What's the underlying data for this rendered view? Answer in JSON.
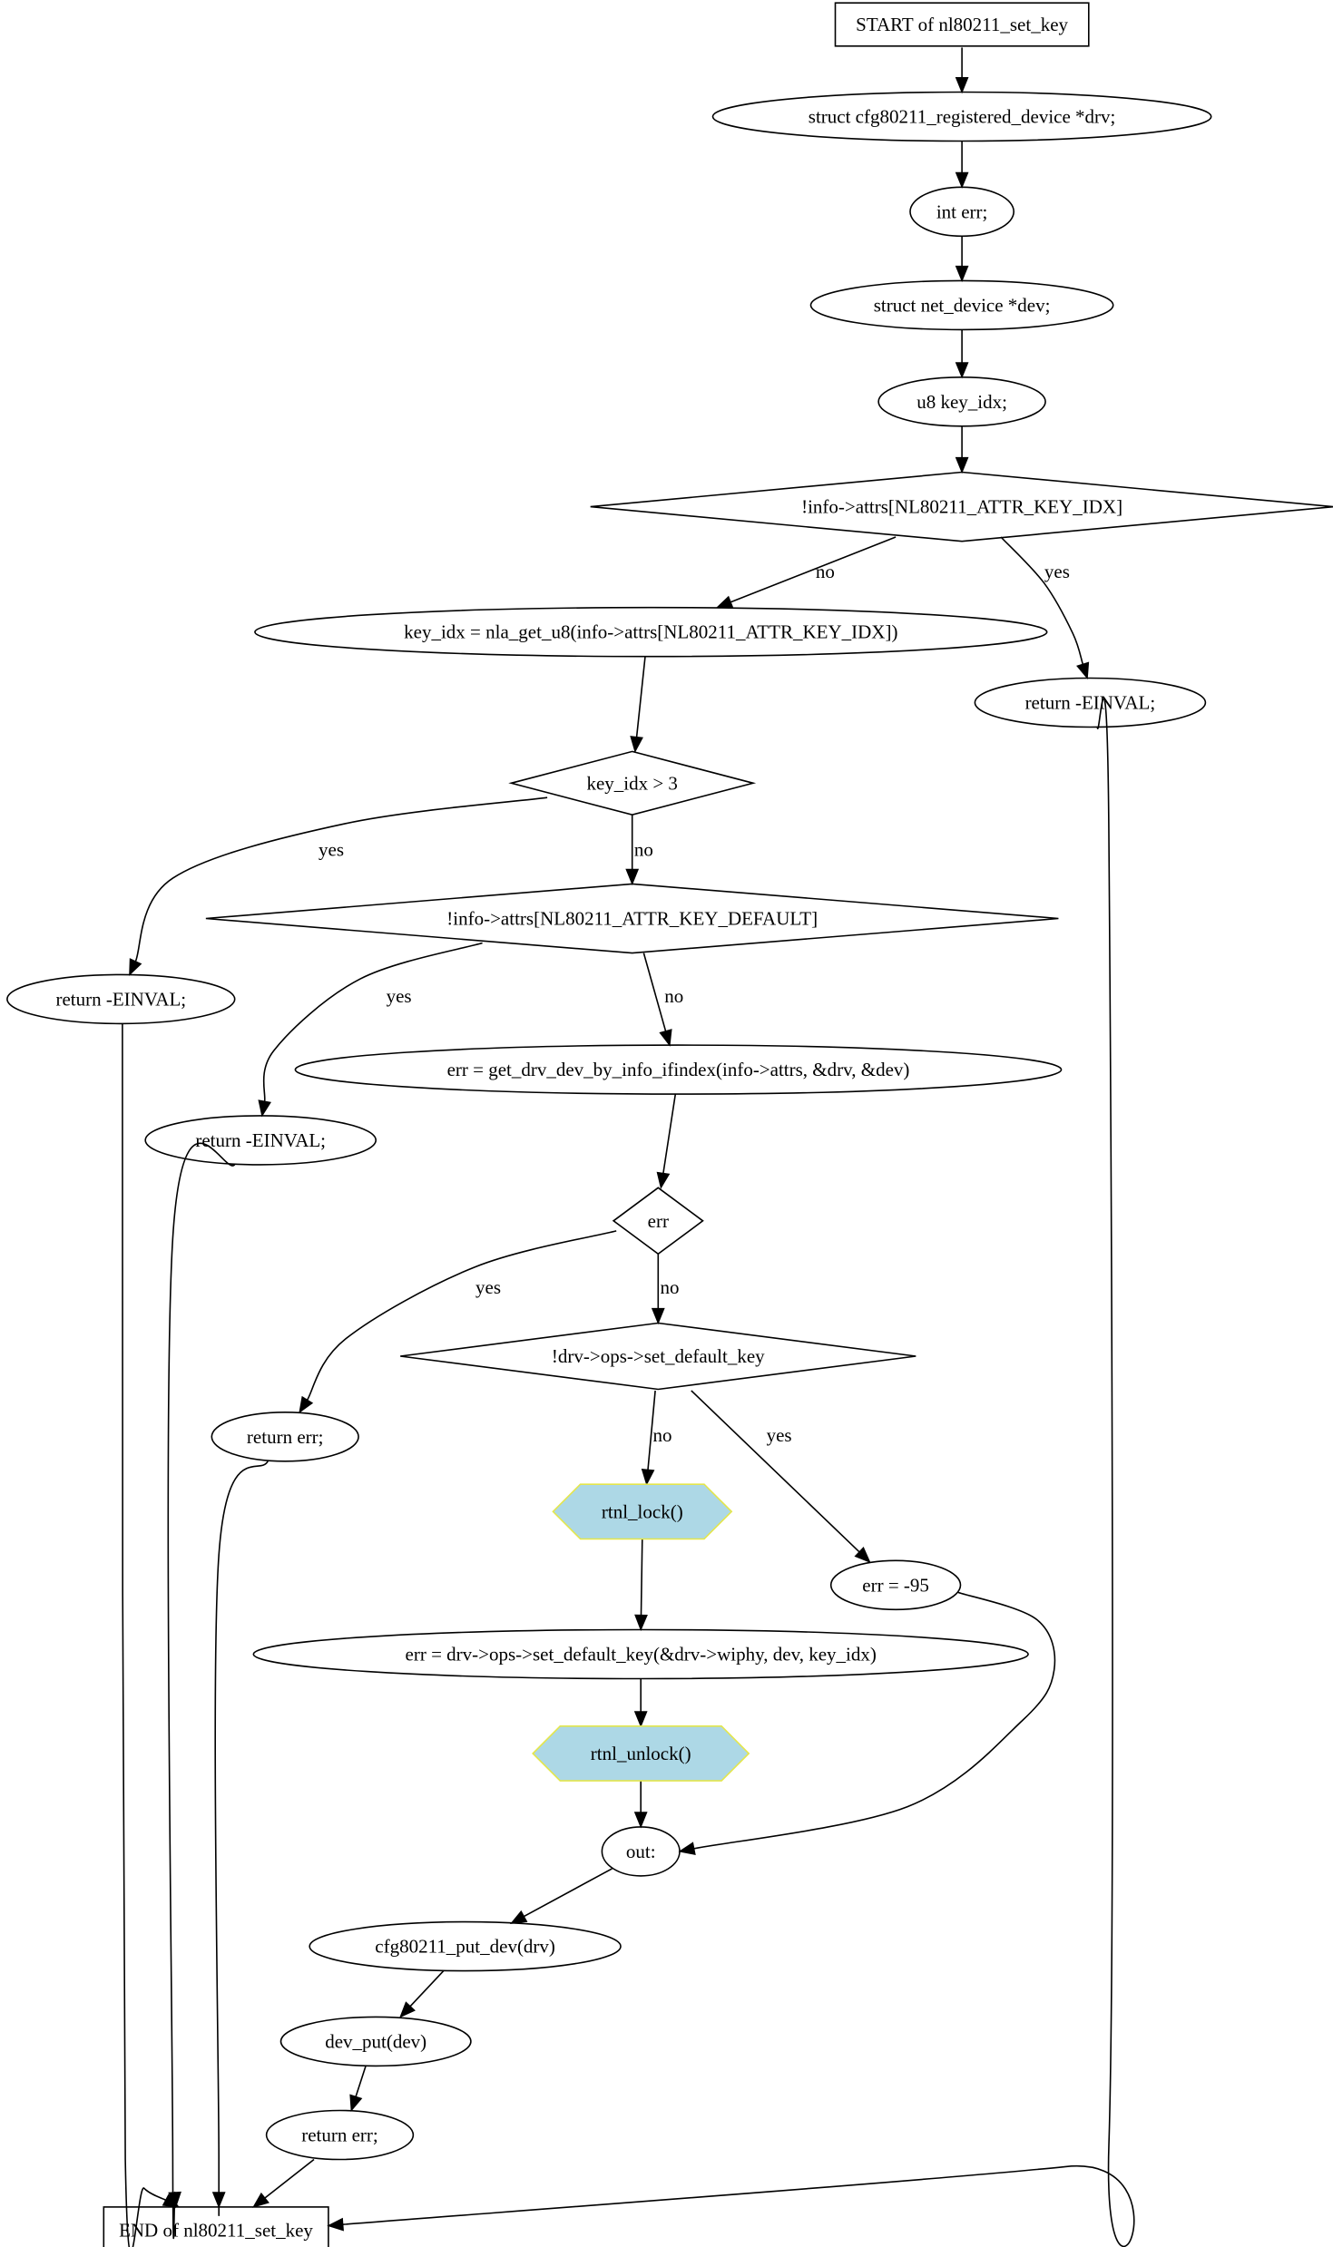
{
  "nodes": {
    "start": "START of nl80211_set_key",
    "decl_drv": "struct cfg80211_registered_device *drv;",
    "decl_err": "int err;",
    "decl_dev": "struct net_device *dev;",
    "decl_keyidx": "u8 key_idx;",
    "cond_keyidx_attr": "!info->attrs[NL80211_ATTR_KEY_IDX]",
    "assign_keyidx": "key_idx = nla_get_u8(info->attrs[NL80211_ATTR_KEY_IDX])",
    "ret_einval_1": "return -EINVAL;",
    "cond_keyidx_gt3": "key_idx > 3",
    "cond_keydefault_attr": "!info->attrs[NL80211_ATTR_KEY_DEFAULT]",
    "ret_einval_2": "return -EINVAL;",
    "ret_einval_3": "return -EINVAL;",
    "assign_get_drv": "err = get_drv_dev_by_info_ifindex(info->attrs, &drv, &dev)",
    "cond_err": "err",
    "ret_err_1": "return err;",
    "cond_set_default_key": "!drv->ops->set_default_key",
    "fn_rtnl_lock": "rtnl_lock()",
    "assign_err_95": "err = -95",
    "assign_set_default_key": "err = drv->ops->set_default_key(&drv->wiphy, dev, key_idx)",
    "fn_rtnl_unlock": "rtnl_unlock()",
    "label_out": "out:",
    "call_put_dev": "cfg80211_put_dev(drv)",
    "call_dev_put": "dev_put(dev)",
    "ret_err_2": "return err;",
    "end": "END of nl80211_set_key"
  },
  "edges": [
    {
      "from": "start",
      "to": "decl_drv",
      "label": ""
    },
    {
      "from": "decl_drv",
      "to": "decl_err",
      "label": ""
    },
    {
      "from": "decl_err",
      "to": "decl_dev",
      "label": ""
    },
    {
      "from": "decl_dev",
      "to": "decl_keyidx",
      "label": ""
    },
    {
      "from": "decl_keyidx",
      "to": "cond_keyidx_attr",
      "label": ""
    },
    {
      "from": "cond_keyidx_attr",
      "to": "assign_keyidx",
      "label": "no"
    },
    {
      "from": "cond_keyidx_attr",
      "to": "ret_einval_1",
      "label": "yes"
    },
    {
      "from": "assign_keyidx",
      "to": "cond_keyidx_gt3",
      "label": ""
    },
    {
      "from": "cond_keyidx_gt3",
      "to": "ret_einval_2",
      "label": "yes"
    },
    {
      "from": "cond_keyidx_gt3",
      "to": "cond_keydefault_attr",
      "label": "no"
    },
    {
      "from": "cond_keydefault_attr",
      "to": "ret_einval_3",
      "label": "yes"
    },
    {
      "from": "cond_keydefault_attr",
      "to": "assign_get_drv",
      "label": "no"
    },
    {
      "from": "assign_get_drv",
      "to": "cond_err",
      "label": ""
    },
    {
      "from": "cond_err",
      "to": "ret_err_1",
      "label": "yes"
    },
    {
      "from": "cond_err",
      "to": "cond_set_default_key",
      "label": "no"
    },
    {
      "from": "cond_set_default_key",
      "to": "fn_rtnl_lock",
      "label": "no"
    },
    {
      "from": "cond_set_default_key",
      "to": "assign_err_95",
      "label": "yes"
    },
    {
      "from": "fn_rtnl_lock",
      "to": "assign_set_default_key",
      "label": ""
    },
    {
      "from": "assign_set_default_key",
      "to": "fn_rtnl_unlock",
      "label": ""
    },
    {
      "from": "fn_rtnl_unlock",
      "to": "label_out",
      "label": ""
    },
    {
      "from": "assign_err_95",
      "to": "label_out",
      "label": ""
    },
    {
      "from": "label_out",
      "to": "call_put_dev",
      "label": ""
    },
    {
      "from": "call_put_dev",
      "to": "call_dev_put",
      "label": ""
    },
    {
      "from": "call_dev_put",
      "to": "ret_err_2",
      "label": ""
    },
    {
      "from": "ret_err_2",
      "to": "end",
      "label": ""
    },
    {
      "from": "ret_einval_1",
      "to": "end",
      "label": ""
    },
    {
      "from": "ret_einval_2",
      "to": "end",
      "label": ""
    },
    {
      "from": "ret_einval_3",
      "to": "end",
      "label": ""
    },
    {
      "from": "ret_err_1",
      "to": "end",
      "label": ""
    }
  ],
  "colors": {
    "function_fill": "#add8e6",
    "function_stroke": "#e4e64c",
    "line": "#000000",
    "background": "#ffffff"
  }
}
